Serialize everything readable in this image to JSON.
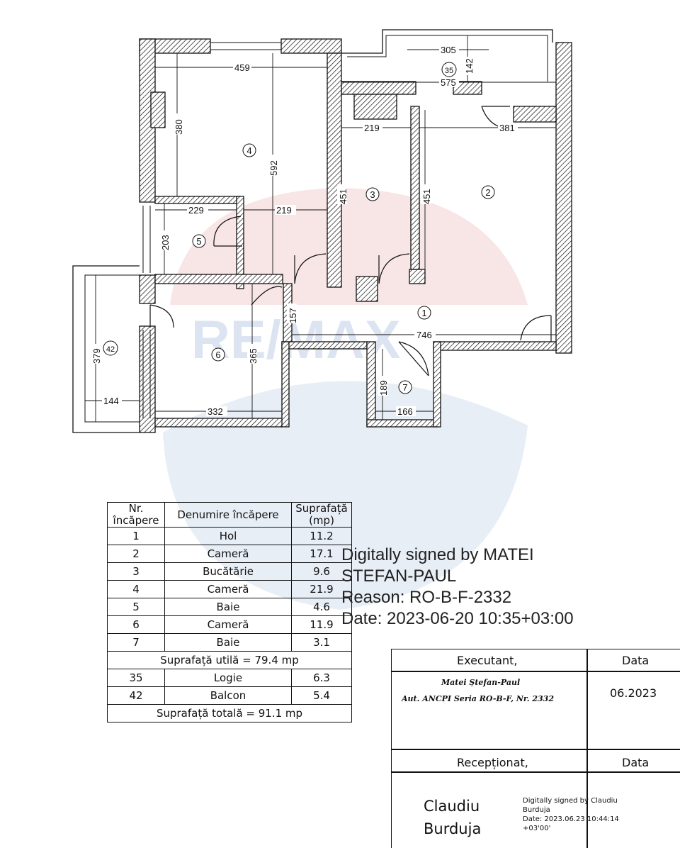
{
  "watermark": {
    "text": "RE/MAX"
  },
  "plan": {
    "dimensions": {
      "d305": "305",
      "d142": "142",
      "d575": "575",
      "d459": "459",
      "d380": "380",
      "d592": "592",
      "d219a": "219",
      "d381": "381",
      "d451a": "451",
      "d451b": "451",
      "d229": "229",
      "d219b": "219",
      "d203": "203",
      "d157": "157",
      "d746": "746",
      "d365": "365",
      "d379": "379",
      "d144": "144",
      "d332": "332",
      "d189": "189",
      "d166": "166"
    },
    "room_numbers": [
      "1",
      "2",
      "3",
      "4",
      "5",
      "6",
      "7",
      "35",
      "42"
    ]
  },
  "table": {
    "headers": [
      "Nr.\nîncăpere",
      "Denumire încăpere",
      "Suprafață\n(mp)"
    ],
    "rows": [
      {
        "nr": "1",
        "name": "Hol",
        "area": "11.2"
      },
      {
        "nr": "2",
        "name": "Cameră",
        "area": "17.1"
      },
      {
        "nr": "3",
        "name": "Bucătărie",
        "area": "9.6"
      },
      {
        "nr": "4",
        "name": "Cameră",
        "area": "21.9"
      },
      {
        "nr": "5",
        "name": "Baie",
        "area": "4.6"
      },
      {
        "nr": "6",
        "name": "Cameră",
        "area": "11.9"
      },
      {
        "nr": "7",
        "name": "Baie",
        "area": "3.1"
      }
    ],
    "useful_total": "Suprafață utilă = 79.4 mp",
    "extra_rows": [
      {
        "nr": "35",
        "name": "Logie",
        "area": "6.3"
      },
      {
        "nr": "42",
        "name": "Balcon",
        "area": "5.4"
      }
    ],
    "grand_total": "Suprafață totală = 91.1 mp"
  },
  "signature": {
    "line1": "Digitally signed by MATEI",
    "line2": "STEFAN-PAUL",
    "line3": "Reason: RO-B-F-2332",
    "line4": "Date: 2023-06-20 10:35+03:00"
  },
  "approval": {
    "executant_label": "Executant,",
    "data_label": "Data",
    "executant_name": "Matei Ștefan-Paul",
    "executant_auth": "Aut. ANCPI Seria RO-B-F, Nr. 2332",
    "executant_date": "06.2023",
    "receptionat_label": "Recepționat,",
    "data_label2": "Data",
    "receptionat_name1": "Claudiu",
    "receptionat_name2": "Burduja",
    "digital1": "Digitally signed by Claudiu",
    "digital2": "Burduja",
    "digital3": "Date: 2023.06.23 10:44:14",
    "digital4": "+03'00'"
  },
  "colors": {
    "ink": "#111111",
    "watermark_red": "#e8b3b5",
    "watermark_blue": "#c8d6ea"
  }
}
